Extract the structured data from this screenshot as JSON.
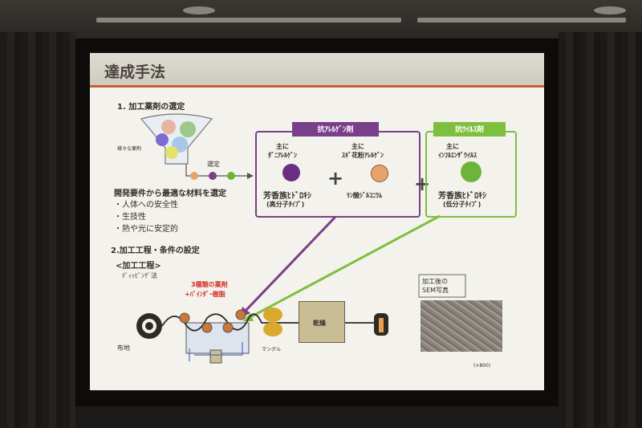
{
  "slide": {
    "title": "達成手法",
    "section1": "1. 加工薬剤の選定",
    "various_agents": "様々な薬剤",
    "selection": "選定",
    "development_heading": "開発要件から最適な材料を選定",
    "requirements": [
      "・人体への安全性",
      "・生技性",
      "・熱や光に安定的"
    ],
    "anti_allergen_tag": "抗ｱﾚﾙｹﾞﾝ剤",
    "antiviral_tag": "抗ｳｲﾙｽ剤",
    "allergen1_main": "主に",
    "allergen1_target": "ﾀﾞﾆｱﾚﾙｹﾞﾝ",
    "allergen1_agent": "芳香族ﾋﾄﾞﾛｷｼ",
    "allergen1_type": "(高分子ﾀｲﾌﾟ)",
    "allergen2_main": "主に",
    "allergen2_target": "ｽｷﾞ花粉ｱﾚﾙｹﾞﾝ",
    "allergen2_agent": "ﾘﾝ酸ｼﾞﾙｺﾆｳﾑ",
    "virus_main": "主に",
    "virus_target": "ｲﾝﾌﾙｴﾝｻﾞｳｲﾙｽ",
    "virus_agent": "芳香族ﾋﾄﾞﾛｷｼ",
    "virus_type": "(低分子ﾀｲﾌﾟ)",
    "plus1": "+",
    "plus2": "+",
    "section2": "2.加工工程・条件の設定",
    "process_heading": "<加工工程>",
    "dipping": "ﾃﾞｨｯﾋﾟﾝｸﾞ法",
    "three_agents": "3種類の薬剤",
    "binder": "+ﾊﾞｲﾝﾀﾞｰ樹脂",
    "fabric": "布地",
    "mangle": "マングル",
    "drying": "乾燥",
    "sem_label_line1": "加工後の",
    "sem_label_line2": "SEM写真",
    "magnification": "(×800)"
  },
  "colors": {
    "title_rule": "#c8602e",
    "purple": "#7a3f8a",
    "green": "#7fbf3f",
    "orange_dot": "#e8a36a",
    "green_dot": "#6fb43a",
    "purple_dot": "#6a2f82",
    "red_text": "#d2322a"
  }
}
